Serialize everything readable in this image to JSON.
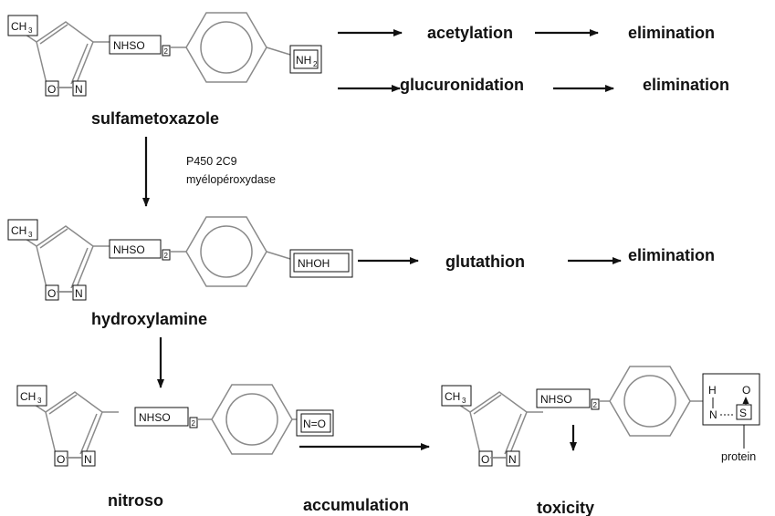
{
  "labels": {
    "sulfamethoxazole": "sulfametoxazole",
    "hydroxylamine": "hydroxylamine",
    "nitroso": "nitroso",
    "accumulation": "accumulation",
    "toxicity": "toxicity",
    "acetylation": "acetylation",
    "glucuronidation": "glucuronidation",
    "glutathion": "glutathion",
    "elimination": "elimination",
    "enzyme_line1": "P450 2C9",
    "enzyme_line2": "myélopéroxydase",
    "protein": "protein"
  },
  "atoms": {
    "ch3": "CH",
    "ch3_sub": "3",
    "o": "O",
    "n": "N",
    "nhso": "NHSO",
    "nhso_sub": "2",
    "nh2": "NH",
    "nh2_sub": "2",
    "nhoh": "NHOH",
    "nitroso_group": "N=O",
    "h": "H",
    "s": "S"
  }
}
